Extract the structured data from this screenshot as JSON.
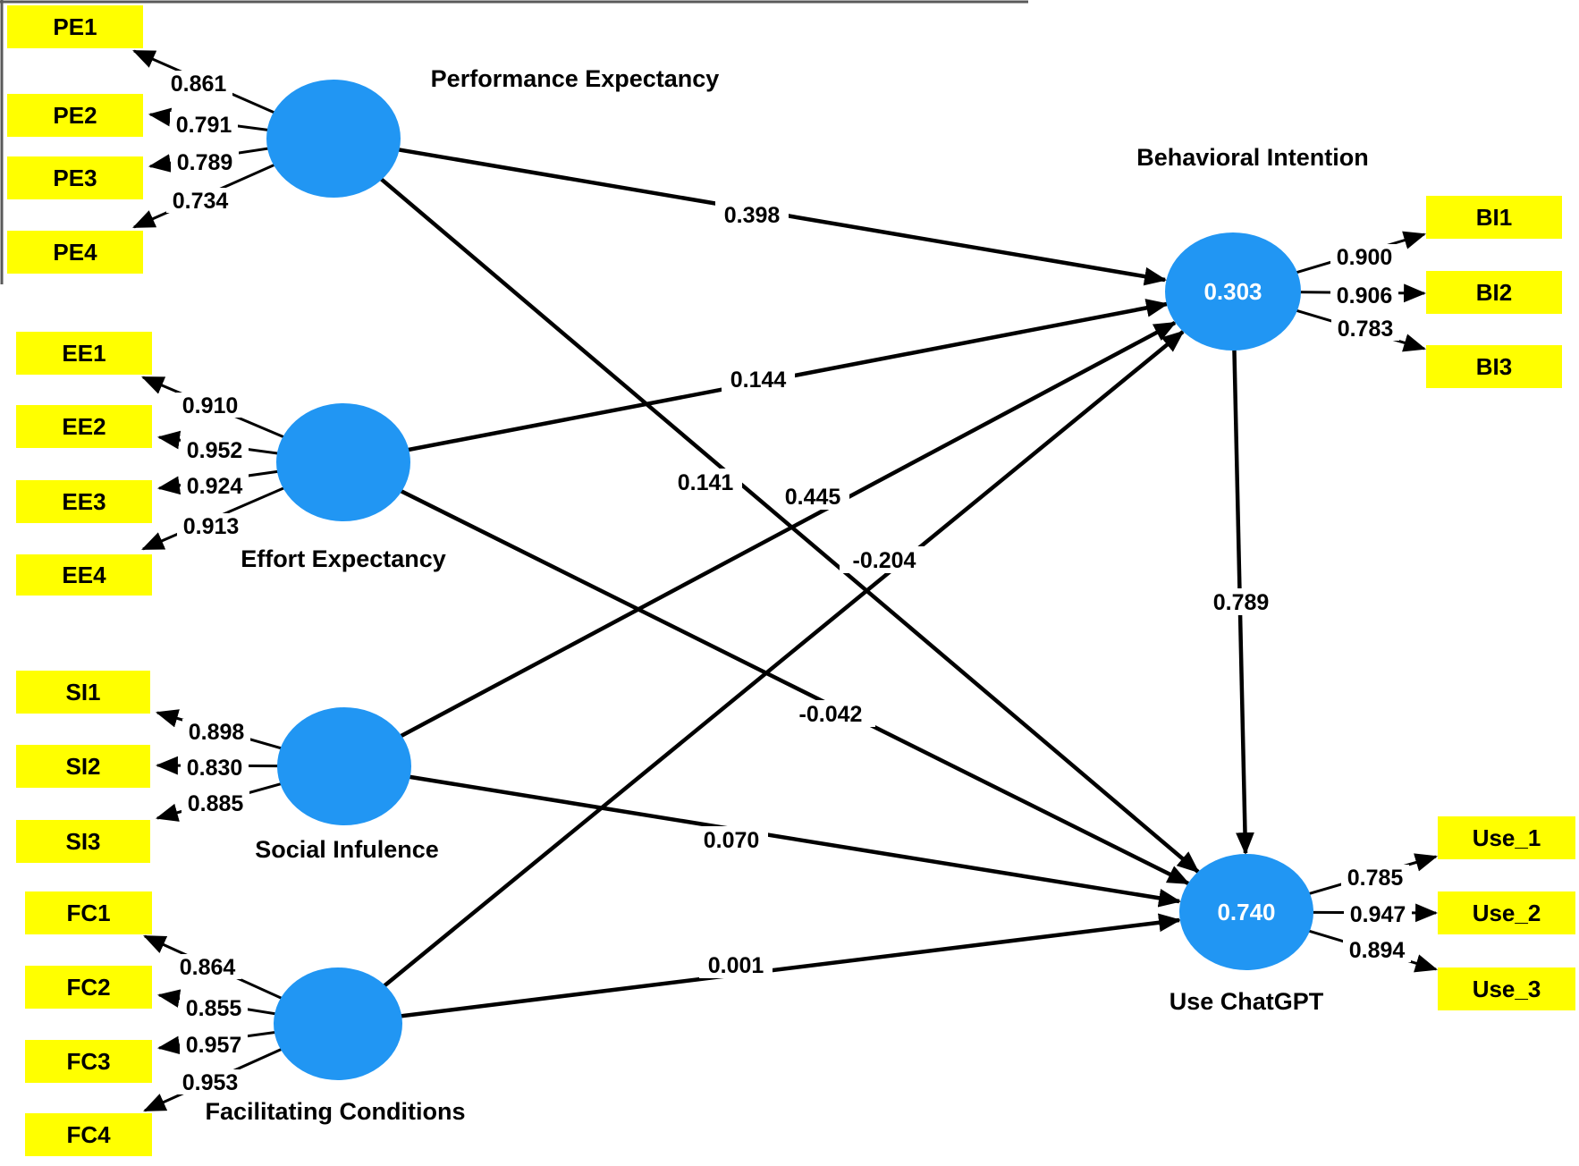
{
  "figure_type": "PLS-SEM structural model (UTAUT for ChatGPT use)",
  "colors": {
    "node_fill": "#2196F3",
    "node_text": "#FFFFFF",
    "indicator_fill": "#FFFF00",
    "line": "#000000",
    "text": "#000000",
    "background": "#FFFFFF"
  },
  "nodes": {
    "pe": {
      "title": "Performance Expectancy"
    },
    "ee": {
      "title": "Effort Expectancy"
    },
    "si": {
      "title": "Social Infulence"
    },
    "fc": {
      "title": "Facilitating Conditions"
    },
    "bi": {
      "title": "Behavioral Intention",
      "r2": "0.303"
    },
    "use": {
      "title": "Use ChatGPT",
      "r2": "0.740"
    }
  },
  "indicators": {
    "pe": [
      {
        "label": "PE1",
        "loading": "0.861"
      },
      {
        "label": "PE2",
        "loading": "0.791"
      },
      {
        "label": "PE3",
        "loading": "0.789"
      },
      {
        "label": "PE4",
        "loading": "0.734"
      }
    ],
    "ee": [
      {
        "label": "EE1",
        "loading": "0.910"
      },
      {
        "label": "EE2",
        "loading": "0.952"
      },
      {
        "label": "EE3",
        "loading": "0.924"
      },
      {
        "label": "EE4",
        "loading": "0.913"
      }
    ],
    "si": [
      {
        "label": "SI1",
        "loading": "0.898"
      },
      {
        "label": "SI2",
        "loading": "0.830"
      },
      {
        "label": "SI3",
        "loading": "0.885"
      }
    ],
    "fc": [
      {
        "label": "FC1",
        "loading": "0.864"
      },
      {
        "label": "FC2",
        "loading": "0.855"
      },
      {
        "label": "FC3",
        "loading": "0.957"
      },
      {
        "label": "FC4",
        "loading": "0.953"
      }
    ],
    "bi": [
      {
        "label": "BI1",
        "loading": "0.900"
      },
      {
        "label": "BI2",
        "loading": "0.906"
      },
      {
        "label": "BI3",
        "loading": "0.783"
      }
    ],
    "use": [
      {
        "label": "Use_1",
        "loading": "0.785"
      },
      {
        "label": "Use_2",
        "loading": "0.947"
      },
      {
        "label": "Use_3",
        "loading": "0.894"
      }
    ]
  },
  "paths": [
    {
      "from": "Performance Expectancy",
      "to": "Behavioral Intention",
      "coefficient": "0.398"
    },
    {
      "from": "Effort Expectancy",
      "to": "Behavioral Intention",
      "coefficient": "0.144"
    },
    {
      "from": "Social Infulence",
      "to": "Behavioral Intention",
      "coefficient": "0.445"
    },
    {
      "from": "Facilitating Conditions",
      "to": "Behavioral Intention",
      "coefficient": "-0.204"
    },
    {
      "from": "Performance Expectancy",
      "to": "Use ChatGPT",
      "coefficient": "0.141"
    },
    {
      "from": "Effort Expectancy",
      "to": "Use ChatGPT",
      "coefficient": "-0.042"
    },
    {
      "from": "Social Infulence",
      "to": "Use ChatGPT",
      "coefficient": "0.070"
    },
    {
      "from": "Facilitating Conditions",
      "to": "Use ChatGPT",
      "coefficient": "0.001"
    },
    {
      "from": "Behavioral Intention",
      "to": "Use ChatGPT",
      "coefficient": "0.789"
    }
  ]
}
